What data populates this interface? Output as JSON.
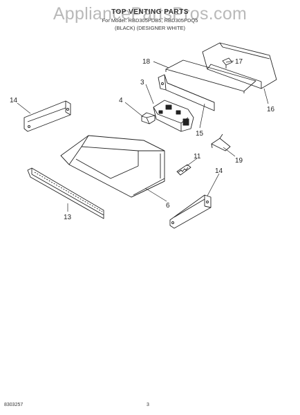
{
  "header": {
    "watermark": "AppliancePartsPros.com",
    "title": "TOP VENTING PARTS",
    "model_line": "For Model: RBD305PDB5, RBD305PDQ5",
    "finish_line": "(BLACK)   (DESIGNER WHITE)"
  },
  "callouts": {
    "c18": "18",
    "c17": "17",
    "c3": "3",
    "c16": "16",
    "c14_left": "14",
    "c4": "4",
    "c15": "15",
    "c19": "19",
    "c11": "11",
    "c14_right": "14",
    "c6": "6",
    "c13": "13"
  },
  "footer": {
    "doc_number": "8303257",
    "page_number": "3"
  },
  "colors": {
    "ink": "#222222",
    "watermark": "#b9b9b9",
    "background": "#ffffff"
  }
}
